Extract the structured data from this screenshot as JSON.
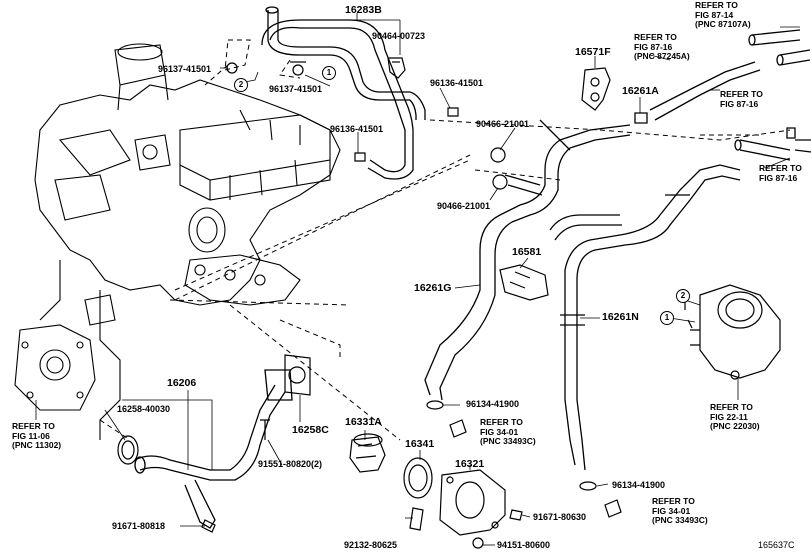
{
  "diagram_code": "165637C",
  "parts": {
    "p16283B": "16283B",
    "p90464_00723": "90464-00723",
    "p96137_41501_a": "96137-41501",
    "p96137_41501_b": "96137-41501",
    "p96136_41501_a": "96136-41501",
    "p96136_41501_b": "96136-41501",
    "p16571F": "16571F",
    "p16261A": "16261A",
    "p90466_21001_a": "90466-21001",
    "p90466_21001_b": "90466-21001",
    "p16581": "16581",
    "p16261G": "16261G",
    "p16261N": "16261N",
    "p16206": "16206",
    "p16258_40030": "16258-40030",
    "p16258C": "16258C",
    "p91551_80820": "91551-80820(2)",
    "p16331A": "16331A",
    "p16341": "16341",
    "p16321": "16321",
    "p96134_41900_a": "96134-41900",
    "p96134_41900_b": "96134-41900",
    "p91671_80818": "91671-80818",
    "p91671_80630": "91671-80630",
    "p92132_80625": "92132-80625",
    "p94151_80600": "94151-80600"
  },
  "callouts": {
    "one": "1",
    "two": "2"
  },
  "refs": {
    "r1": [
      "REFER TO",
      "FIG 87-14",
      "(PNC 87107A)"
    ],
    "r2": [
      "REFER TO",
      "FIG 87-16",
      "(PNC 87245A)"
    ],
    "r3": [
      "REFER TO",
      "FIG 87-16"
    ],
    "r4": [
      "REFER TO",
      "FIG 87-16"
    ],
    "r5": [
      "REFER TO",
      "FIG 11-06",
      "(PNC 11302)"
    ],
    "r6": [
      "REFER TO",
      "FIG 22-11",
      "(PNC 22030)"
    ],
    "r7": [
      "REFER TO",
      "FIG 34-01",
      "(PNC 33493C)"
    ],
    "r8": [
      "REFER TO",
      "FIG 34-01",
      "(PNC 33493C)"
    ]
  }
}
